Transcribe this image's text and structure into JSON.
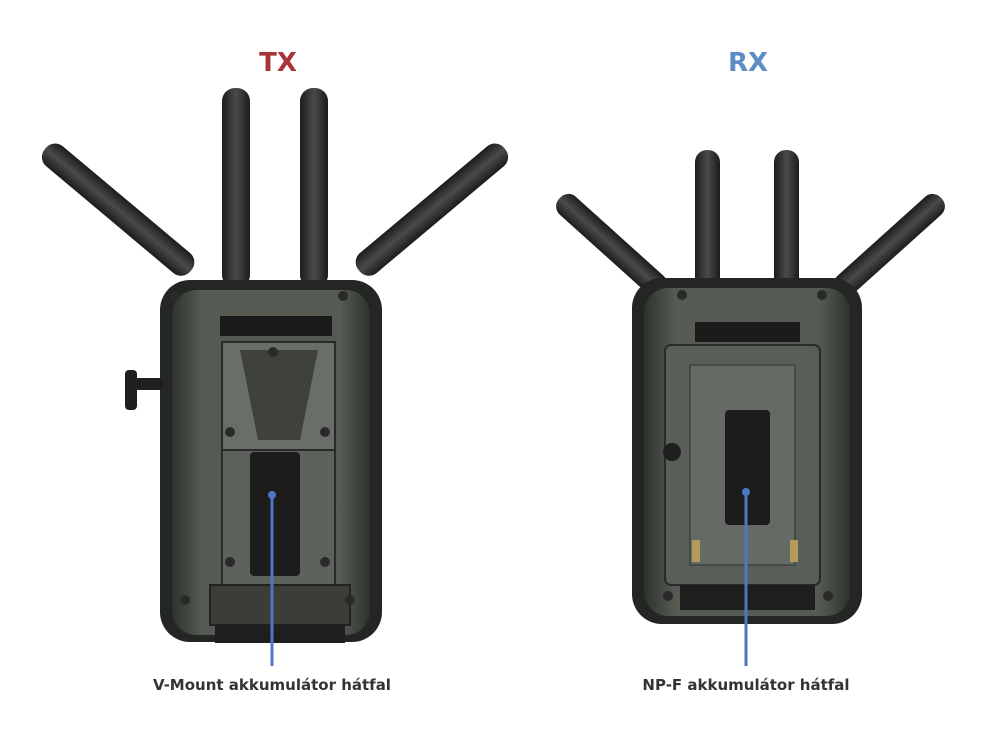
{
  "devices": [
    {
      "title": "TX",
      "title_color": "#a8343a",
      "caption": "V-Mount akkumulátor hátfal"
    },
    {
      "title": "RX",
      "title_color": "#5b8ec6",
      "caption": "NP-F akkumulátor hátfal"
    }
  ],
  "colors": {
    "leader_line": "#4a78c4",
    "body": "#4a4f48",
    "antenna": "#262626"
  }
}
